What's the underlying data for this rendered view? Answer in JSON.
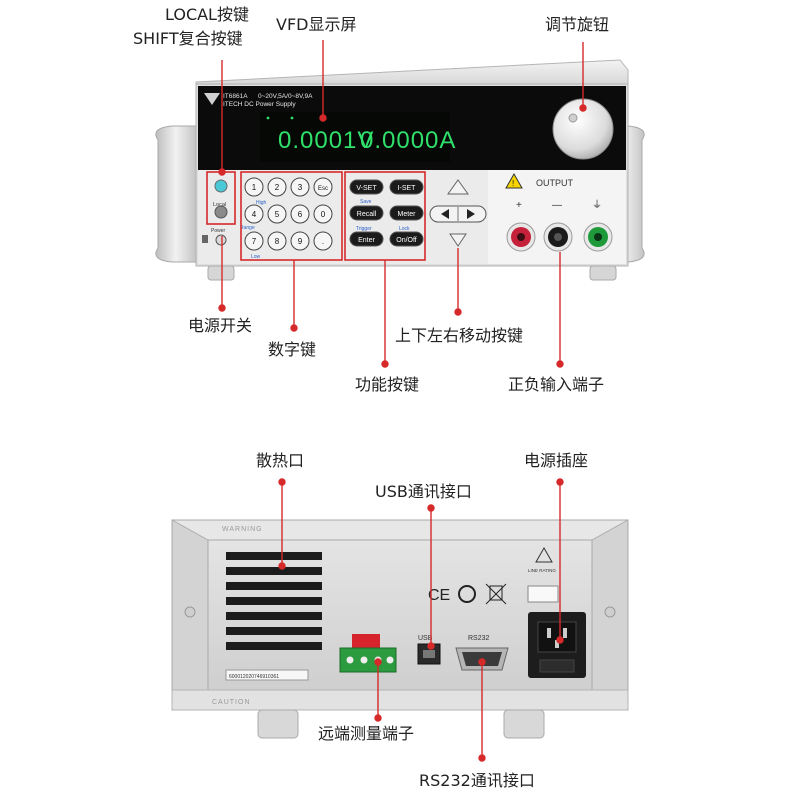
{
  "front": {
    "model": "IT6861A",
    "spec": "0~20V,5A/0~8V,9A",
    "brand_line": "ITECH DC Power Supply",
    "voltage_reading": "0.0001V",
    "current_reading": "0.0000A",
    "keypad": [
      "1",
      "2",
      "3",
      "Esc",
      "4",
      "5",
      "6",
      "0",
      "7",
      "8",
      "9",
      "."
    ],
    "keypad_sublabels": {
      "high": "High",
      "range": "Range",
      "low": "Low"
    },
    "local_label": "Local",
    "power_label": "Power",
    "function_keys": [
      "V-SET",
      "I-SET",
      "Recall",
      "Meter",
      "Enter",
      "On/Off"
    ],
    "function_sublabels": {
      "save": "Save",
      "trigger": "Trigger",
      "lock": "Lock"
    },
    "output_label": "OUTPUT",
    "terminal_symbols": [
      "+",
      "—",
      "⏚"
    ]
  },
  "rear": {
    "warning_label": "WARNING",
    "caution_label": "CAUTION",
    "usb_label": "USB",
    "rs232_label": "RS232",
    "serial": "600012020746910361",
    "line_rating": "LINE RATING"
  },
  "callouts": {
    "local_shift": "LOCAL按键",
    "shift_combo": "SHIFT复合按键",
    "vfd": "VFD显示屏",
    "knob": "调节旋钮",
    "power_switch": "电源开关",
    "number_keys": "数字键",
    "arrow_keys": "上下左右移动按键",
    "function_keys": "功能按键",
    "terminals": "正负输入端子",
    "vent": "散热口",
    "power_socket": "电源插座",
    "usb": "USB通讯接口",
    "remote_sense": "远端测量端子",
    "rs232": "RS232通讯接口"
  },
  "colors": {
    "accent": "#d62a2a",
    "vfd_green": "#2fe06a",
    "chassis": "#d9d9d9",
    "panel": "#eeeeee"
  }
}
